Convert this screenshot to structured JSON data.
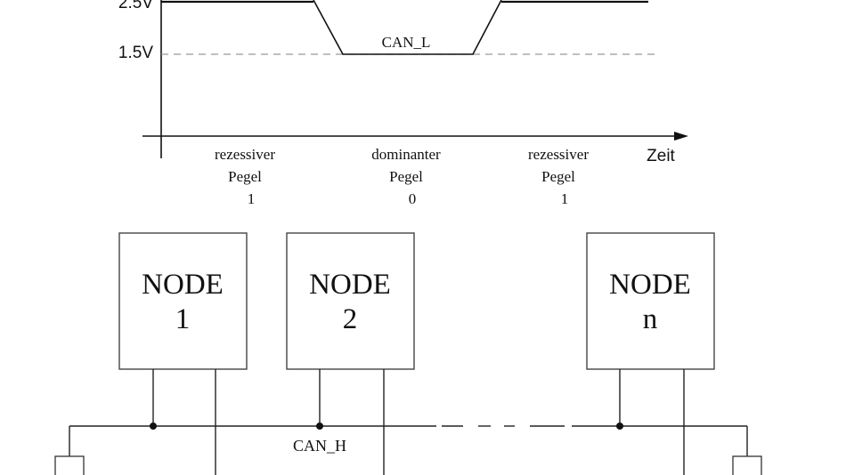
{
  "signal_plot": {
    "y_labels": {
      "high": "2.5V",
      "low": "1.5V"
    },
    "x_axis_label": "Zeit",
    "signal_label": "CAN_L",
    "states": [
      {
        "line1": "rezessiver",
        "line2": "Pegel",
        "bit": "1"
      },
      {
        "line1": "dominanter",
        "line2": "Pegel",
        "bit": "0"
      },
      {
        "line1": "rezessiver",
        "line2": "Pegel",
        "bit": "1"
      }
    ]
  },
  "bus_diagram": {
    "nodes": [
      {
        "line1": "NODE",
        "line2": "1"
      },
      {
        "line1": "NODE",
        "line2": "2"
      },
      {
        "line1": "NODE",
        "line2": "n"
      }
    ],
    "bus_label": "CAN_H"
  }
}
